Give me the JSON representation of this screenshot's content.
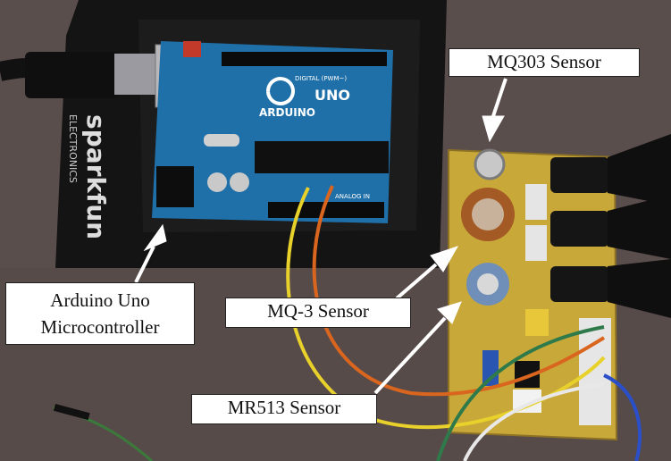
{
  "labels": {
    "mq303": "MQ303 Sensor",
    "arduino_line1": "Arduino Uno",
    "arduino_line2": "Microcontroller",
    "mq3": "MQ-3 Sensor",
    "mr513": "MR513 Sensor"
  },
  "board_text": {
    "brand": "ARDUINO",
    "model": "UNO",
    "digital": "DIGITAL (PWM~)",
    "analog": "ANALOG IN",
    "sparkfun": "sparkfun",
    "electronics": "ELECTRONICS"
  },
  "colors": {
    "background": "#5b4f4d",
    "arduino_board": "#1f6fa8",
    "sensor_pcb": "#c9a83a",
    "label_bg": "#ffffff",
    "wire_yellow": "#e8d12a",
    "wire_orange": "#d9651e",
    "wire_green": "#2f7a4a",
    "wire_white": "#e8e8e8",
    "wire_blue": "#2a4fc8"
  }
}
